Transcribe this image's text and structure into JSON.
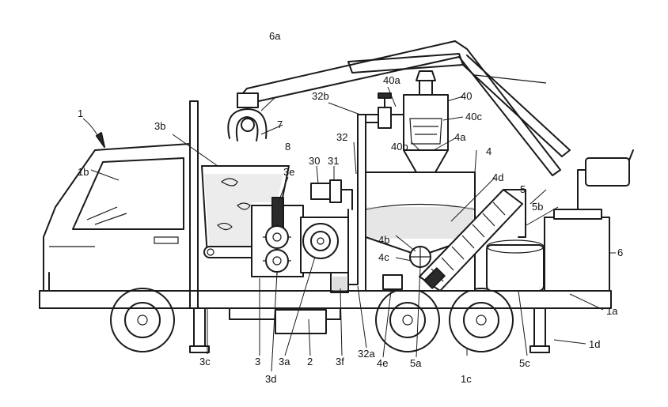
{
  "labels": {
    "l1": "1",
    "l1a": "1a",
    "l1b": "1b",
    "l1c": "1c",
    "l1d": "1d",
    "l2": "2",
    "l3": "3",
    "l3a": "3a",
    "l3b": "3b",
    "l3c": "3c",
    "l3d": "3d",
    "l3e": "3e",
    "l3f": "3f",
    "l4": "4",
    "l4a": "4a",
    "l4b": "4b",
    "l4c": "4c",
    "l4d": "4d",
    "l4e": "4e",
    "l5": "5",
    "l5a": "5a",
    "l5b": "5b",
    "l5c": "5c",
    "l6": "6",
    "l6a": "6a",
    "l7": "7",
    "l8": "8",
    "l30": "30",
    "l31": "31",
    "l32": "32",
    "l32a": "32a",
    "l32b": "32b",
    "l40": "40",
    "l40a": "40a",
    "l40b": "40b",
    "l40c": "40c"
  }
}
